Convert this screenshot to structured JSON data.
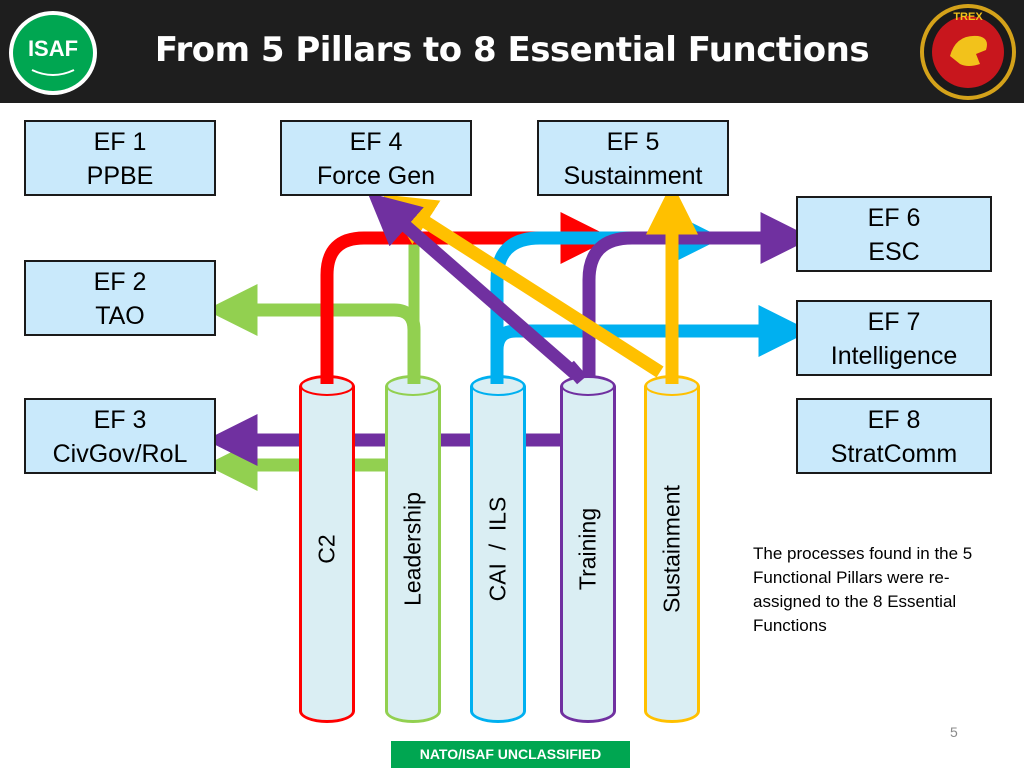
{
  "header": {
    "title": "From 5 Pillars to 8 Essential Functions",
    "isaf_logo_text": "ISAF",
    "trex_logo_text": "TREX"
  },
  "essential_functions": [
    {
      "id": "EF 1",
      "name": "PPBE"
    },
    {
      "id": "EF 2",
      "name": "TAO"
    },
    {
      "id": "EF 3",
      "name": "CivGov/RoL"
    },
    {
      "id": "EF 4",
      "name": "Force Gen"
    },
    {
      "id": "EF 5",
      "name": "Sustainment"
    },
    {
      "id": "EF 6",
      "name": "ESC"
    },
    {
      "id": "EF 7",
      "name": "Intelligence"
    },
    {
      "id": "EF 8",
      "name": "StratComm"
    }
  ],
  "pillars": [
    {
      "label": "C2",
      "color": "#ff0000"
    },
    {
      "label": "Leadership",
      "color": "#92d050"
    },
    {
      "label": "CAI  /  ILS",
      "color": "#00b0f0"
    },
    {
      "label": "Training",
      "color": "#7030a0"
    },
    {
      "label": "Sustainment",
      "color": "#ffc000"
    }
  ],
  "note": "The processes found in the 5 Functional Pillars were re-assigned to the 8 Essential Functions",
  "page_number": "5",
  "classification": "NATO/ISAF UNCLASSIFIED",
  "colors": {
    "header_bg": "#1e1e1e",
    "box_fill": "#c9e9fb",
    "pillar_fill": "#daeef3",
    "classification_bg": "#00a651"
  }
}
